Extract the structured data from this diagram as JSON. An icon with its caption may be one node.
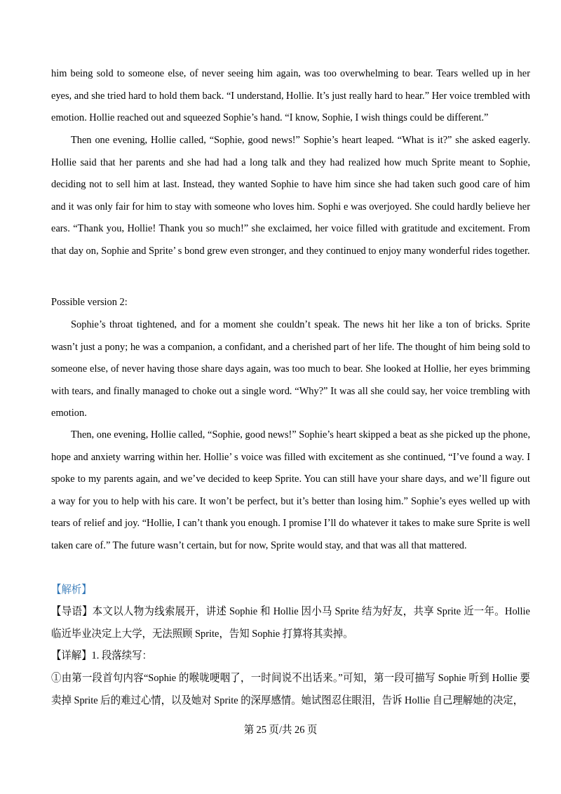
{
  "diagram": {
    "labels": [
      "him being sold to someone else, of never seeing him again, was too overwhelming to bear. Tears welled up in her eyes, and she tried hard to hold them back. “I understand, Hollie. It’s just really hard to hear.” Her voice trembled with emotion. Hollie reached out and squeezed Sophie’s hand. “I know, Sophie, I wish things could be different.”",
      "Then one evening, Hollie called, “Sophie, good news!” Sophie’s heart leaped. “What is it?” she asked eagerly. Hollie said that her parents and she had had a long talk and they had realized how much Sprite meant to Sophie, deciding not to sell him at last. Instead, they wanted Sophie to have him since she had taken such good care of him and it was only fair for him to stay with someone who loves him. Sophi e was overjoyed. She could hardly believe her ears. “Thank you, Hollie! Thank you so much!” she exclaimed, her voice filled with gratitude and excitement. From that day on, Sophie and Sprite’ s bond grew even stronger, and they continued to enjoy many wonderful rides together.",
      "Possible version 2:",
      "Sophie’s throat tightened, and for a moment she couldn’t speak. The news hit her like a ton of bricks. Sprite wasn’t just a pony; he was a companion, a confidant, and a cherished part of her life. The thought of him being sold to someone else, of never having those share days again, was too much to bear. She looked at Hollie, her eyes brimming with tears, and finally managed to choke out a single word. “Why?” It was all she could say, her voice trembling with emotion.",
      "Then, one evening, Hollie called, “Sophie, good news!” Sophie’s heart skipped a beat as she picked up the phone, hope and anxiety warring within her. Hollie’ s voice was filled with excitement as she continued, “I’ve found a way. I spoke to my parents again, and we’ve decided to keep Sprite. You can still have your share days, and we’ll figure out a way for you to help with his care. It won’t be perfect, but it’s better than losing him.” Sophie’s eyes welled up with tears of relief and joy. “Hollie, I can’t thank you enough. I promise I’ll do whatever it takes to make sure Sprite is well taken care of.” The future wasn’t certain, but for now, Sprite would stay, and that was all that mattered.",
      "【解析】",
      "【导语】本文以人物为线索展开，讲述 Sophie 和 Hollie 因小马 Sprite 结为好友，共享 Sprite 近一年。Hollie 临近毕业决定上大学，无法照顾 Sprite，告知 Sophie 打算将其卖掉。",
      "【详解】1. 段落续写：",
      "①由第一段首句内容“Sophie 的喉咙哽咽了，一时间说不出话来。”可知，第一段可描写 Sophie 听到 Hollie 要卖掉 Sprite 后的难过心情，以及她对 Sprite 的深厚感情。她试图忍住眼泪，告诉 Hollie 自己理解她的决定，",
      "第 25 页/共 26 页"
    ]
  }
}
